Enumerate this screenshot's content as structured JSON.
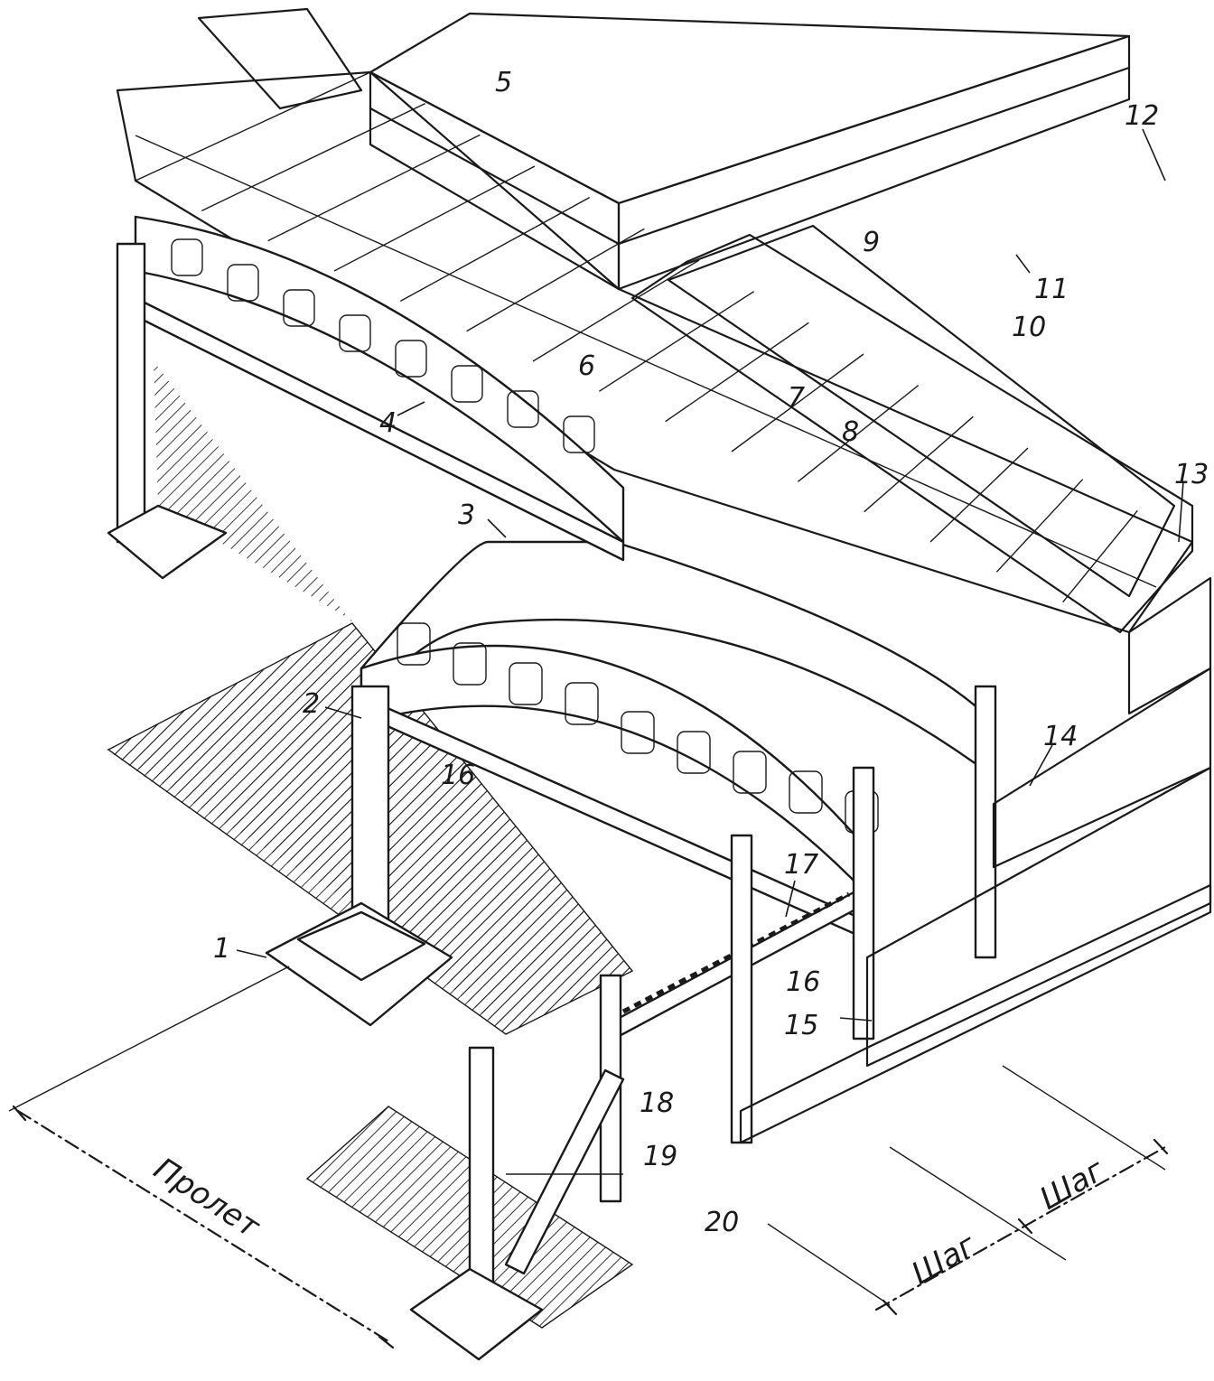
{
  "labels": {
    "l1": "1",
    "l2": "2",
    "l3": "3",
    "l4": "4",
    "l5": "5",
    "l6": "6",
    "l7": "7",
    "l8": "8",
    "l9": "9",
    "l10": "10",
    "l11": "11",
    "l12": "12",
    "l13": "13",
    "l14": "14",
    "l15": "15",
    "l16a": "16",
    "l16b": "16",
    "l17": "17",
    "l18": "18",
    "l19": "19",
    "l20": "20"
  },
  "dimensions": {
    "span": "Пролет",
    "step1": "Шаг",
    "step2": "Шаг"
  },
  "colors": {
    "ink": "#1a1a1a",
    "paper": "#ffffff"
  }
}
